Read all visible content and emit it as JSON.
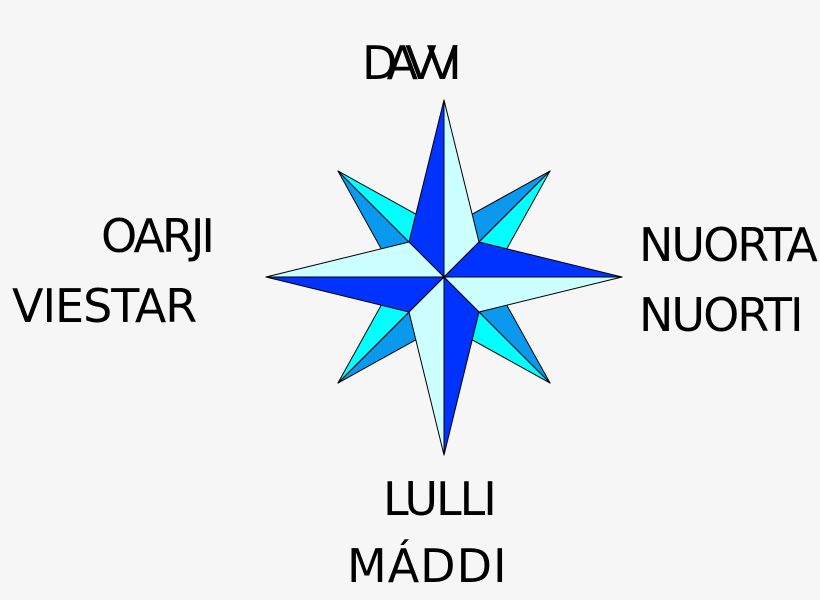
{
  "labels": {
    "north": "DAVVI",
    "east_line1": "NUORTA",
    "east_line2": "NUORTI",
    "west_line1": "OARJI",
    "west_line2": "VIESTAR",
    "south_line1": "LULLI",
    "south_line2": "MÁDDI"
  },
  "colors": {
    "main_dark": "#0033ff",
    "main_light": "#ccffff",
    "diag_dark": "#0a99ee",
    "diag_light": "#00ffff"
  }
}
